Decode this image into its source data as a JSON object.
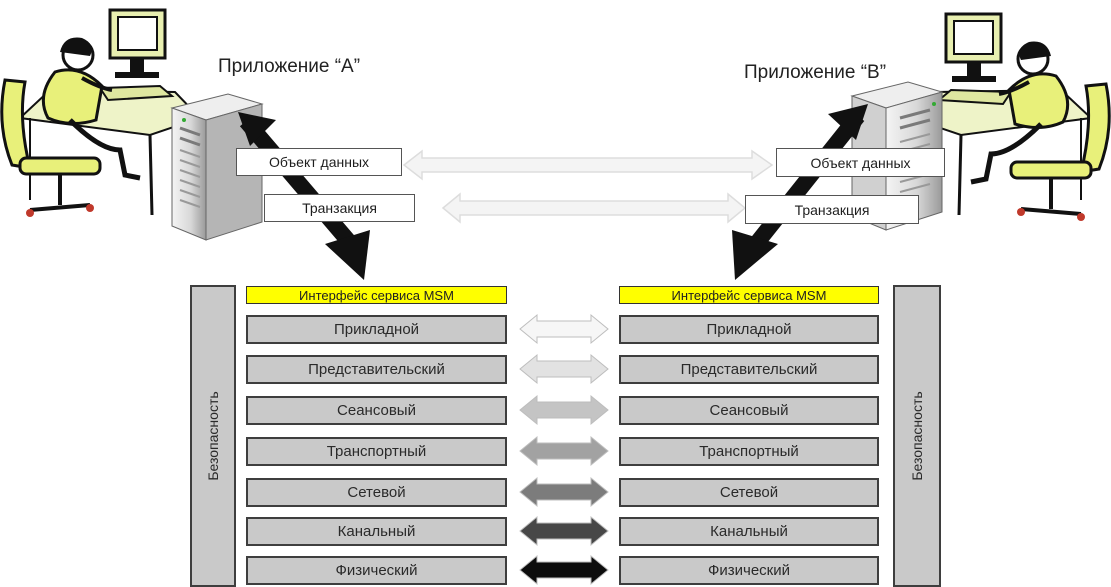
{
  "app_a_title": "Приложение “A”",
  "app_b_title": "Приложение “B”",
  "data_object_label": "Объект данных",
  "transaction_label": "Транзакция",
  "msm_interface_label": "Интерфейс сервиса MSM",
  "security_label": "Безопасность",
  "layers": [
    {
      "name": "Прикладной",
      "arrow_color": "#f6f6f6"
    },
    {
      "name": "Представительский",
      "arrow_color": "#e2e2e2"
    },
    {
      "name": "Сеансовый",
      "arrow_color": "#c4c4c4"
    },
    {
      "name": "Транспортный",
      "arrow_color": "#a2a2a2"
    },
    {
      "name": "Сетевой",
      "arrow_color": "#7c7c7c"
    },
    {
      "name": "Канальный",
      "arrow_color": "#474747"
    },
    {
      "name": "Физический",
      "arrow_color": "#0d0d0d"
    }
  ],
  "colors": {
    "msm_fill": "#ffff00",
    "layer_fill": "#c9c9c9",
    "flow_arrow": "#111111",
    "app_link_arrow": "#f2f2f2"
  },
  "icons": {
    "workstation_left": "person-at-computer-icon",
    "workstation_right": "person-at-computer-icon",
    "server_left": "server-tower-icon",
    "server_right": "server-tower-icon"
  }
}
